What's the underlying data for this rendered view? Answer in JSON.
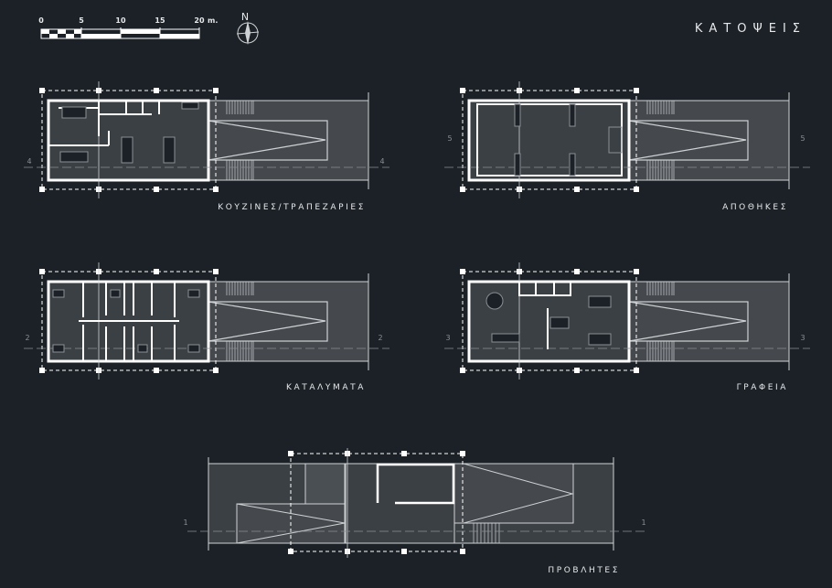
{
  "title": "ΚΑΤΟΨΕΙΣ",
  "scale_bar": {
    "ticks": [
      "0",
      "5",
      "10",
      "15",
      "20"
    ],
    "unit": "m."
  },
  "north_label": "N",
  "plans": [
    {
      "label": "ΚΟΥΖΙΝΕΣ/ΤΡΑΠΕΖΑΡΙΕΣ",
      "section": "4"
    },
    {
      "label": "ΑΠΟΘΗΚΕΣ",
      "section": "5"
    },
    {
      "label": "ΚΑΤΑΛΥΜΑΤΑ",
      "section": "2"
    },
    {
      "label": "ΓΡΑΦΕΙΑ",
      "section": "3"
    },
    {
      "label": "ΠΡΟΒΛΗΤΕΣ",
      "section": "1"
    }
  ],
  "colors": {
    "background": "#1b2127",
    "floor": "#3b4045",
    "ramp": "#45494d",
    "line": "#e6e8ea"
  }
}
